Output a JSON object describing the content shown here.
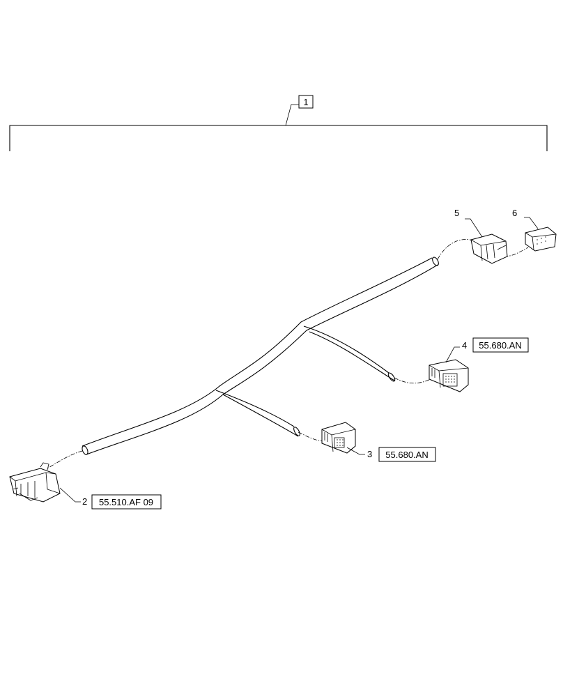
{
  "diagram": {
    "assembly": {
      "item": "1"
    },
    "callouts": [
      {
        "item": "2",
        "ref": "55.510.AF 09"
      },
      {
        "item": "3",
        "ref": "55.680.AN"
      },
      {
        "item": "4",
        "ref": "55.680.AN"
      },
      {
        "item": "5",
        "ref": ""
      },
      {
        "item": "6",
        "ref": ""
      }
    ]
  }
}
